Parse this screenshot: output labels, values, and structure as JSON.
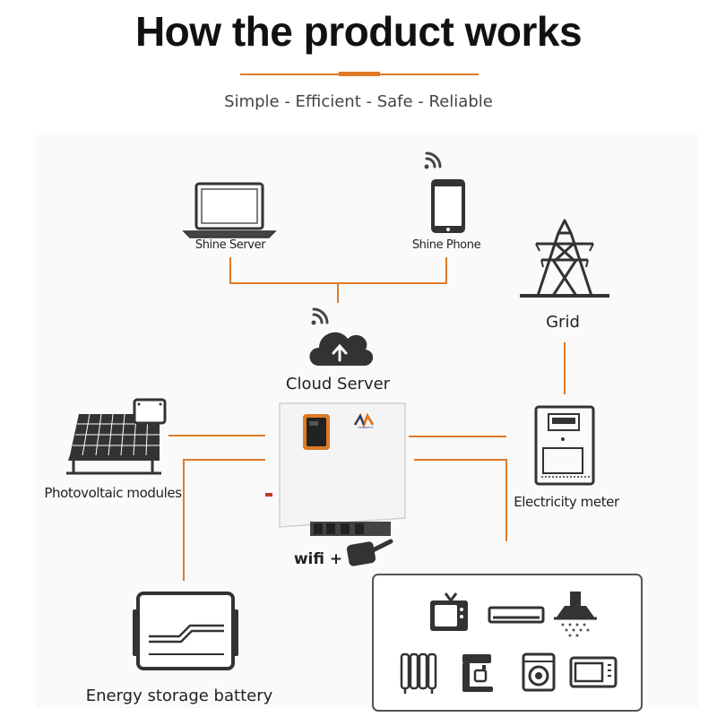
{
  "header": {
    "title": "How the product works",
    "subtitle": "Simple - Efficient - Safe - Reliable"
  },
  "nodes": {
    "shine_server": "Shine Server",
    "shine_phone": "Shine Phone",
    "grid": "Grid",
    "cloud_server": "Cloud Server",
    "pv_modules": "Photovoltaic modules",
    "electricity_meter": "Electricity meter",
    "wifi_label": "wifi +",
    "battery": "Energy storage battery",
    "inverter_brand": "MEGAREVO"
  },
  "colors": {
    "connector": "#e07a26",
    "accent": "#e07a26",
    "icon": "#333333",
    "inverter_body": "#f4f4f4"
  },
  "icons": [
    "laptop-icon",
    "smartphone-icon",
    "wifi-icon",
    "cloud-upload-icon",
    "power-tower-icon",
    "solar-panel-icon",
    "inverter-icon",
    "wifi-dongle-icon",
    "electricity-meter-icon",
    "battery-icon",
    "tv-icon",
    "air-conditioner-icon",
    "range-hood-icon",
    "radiator-icon",
    "coffee-machine-icon",
    "washing-machine-icon",
    "microwave-icon"
  ]
}
